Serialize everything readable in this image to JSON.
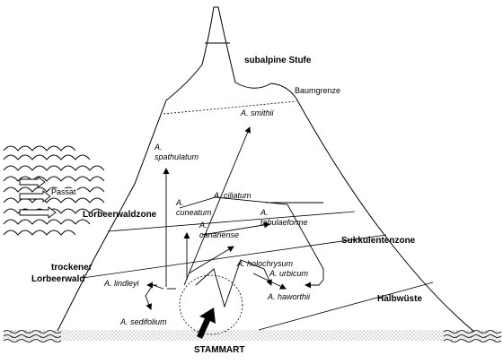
{
  "zones": {
    "subalpine": "subalpine Stufe",
    "treeline": "Baumgrenze",
    "laurel_forest": "Lorbeerwaldzone",
    "dry_laurel_1": "trockener",
    "dry_laurel_2": "Lorbeerwald",
    "succulent": "Sukkulentenzone",
    "semi_desert": "Halbwüste"
  },
  "wind_label": "Passat",
  "ancestor": "STAMMART",
  "species": {
    "smithii": "A. smithii",
    "spathulatum_1": "A.",
    "spathulatum_2": "spathulatum",
    "ciliatum": "A. ciliatum",
    "cuneatum_1": "A.",
    "cuneatum_2": "cuneatum",
    "tabulaeforme_1": "A.",
    "tabulaeforme_2": "tabulaeforme",
    "canariense_1": "A.",
    "canariense_2": "canariense",
    "holochrysum": "A. holochrysum",
    "urbicum": "A. urbicum",
    "lindleyi": "A. lindleyi",
    "haworthii": "A. haworthii",
    "sedifolium": "A. sedifolium"
  }
}
